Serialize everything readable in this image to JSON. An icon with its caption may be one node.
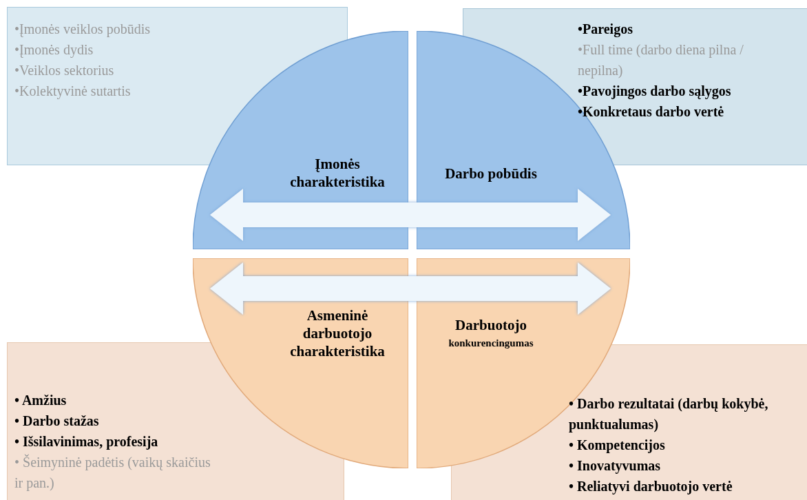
{
  "diagram": {
    "nodes": [
      {
        "text": [
          "•Įmonės veiklos pobūdis",
          "•Įmonės dydis",
          "•Veiklos sektorius",
          "•Kolektyvinė sutartis"
        ]
      },
      {
        "text": [
          "•Pareigos",
          "•Full time (darbo diena pilna / nepilna)",
          "•Pavojingos darbo sąlygos",
          "•Konkretaus darbo vertė"
        ]
      },
      {
        "text": [
          "Įmonės charakteristika"
        ]
      },
      {
        "text": [
          "Darbo pobūdis"
        ]
      },
      {
        "text": [
          "Asmeninė darbuotojo charakteristika"
        ]
      },
      {
        "text": [
          "Darbuotojo",
          "konkurencingumas"
        ]
      },
      {
        "text": [
          "• Amžius",
          "• Darbo stažas",
          "• Išsilavinimas, profesija",
          "• Šeimyninė padėtis (vaikų skaičius ir pan.)"
        ]
      },
      {
        "text": [
          "• Darbo rezultatai (darbų kokybė, punktualumas)",
          "• Kompetencijos",
          "• Inovatyvumas",
          "• Reliatyvi darbuotojo vertė"
        ]
      }
    ],
    "edges": [
      {
        "from": 2,
        "to": 3,
        "arrow": "both"
      },
      {
        "from": 4,
        "to": 5,
        "arrow": "both"
      }
    ]
  }
}
